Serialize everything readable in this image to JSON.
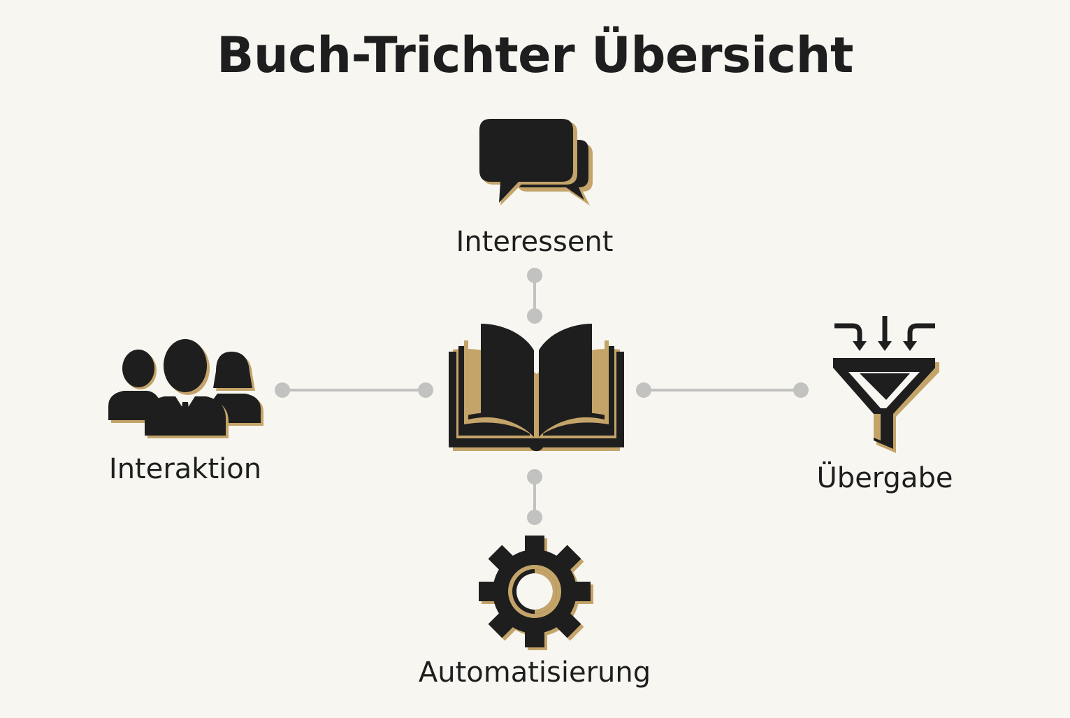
{
  "diagram": {
    "title": "Buch-Trichter Übersicht",
    "center": {
      "icon": "open-book-icon"
    },
    "nodes": {
      "top": {
        "label": "Interessent",
        "icon": "chat-bubbles-icon"
      },
      "left": {
        "label": "Interaktion",
        "icon": "people-group-icon"
      },
      "right": {
        "label": "Übergabe",
        "icon": "funnel-icon"
      },
      "bottom": {
        "label": "Automatisierung",
        "icon": "gear-icon"
      }
    }
  },
  "colors": {
    "background": "#f7f6f1",
    "icon_primary": "#1e1e1e",
    "icon_accent": "#c4a469",
    "connector": "#c2c2c0"
  }
}
